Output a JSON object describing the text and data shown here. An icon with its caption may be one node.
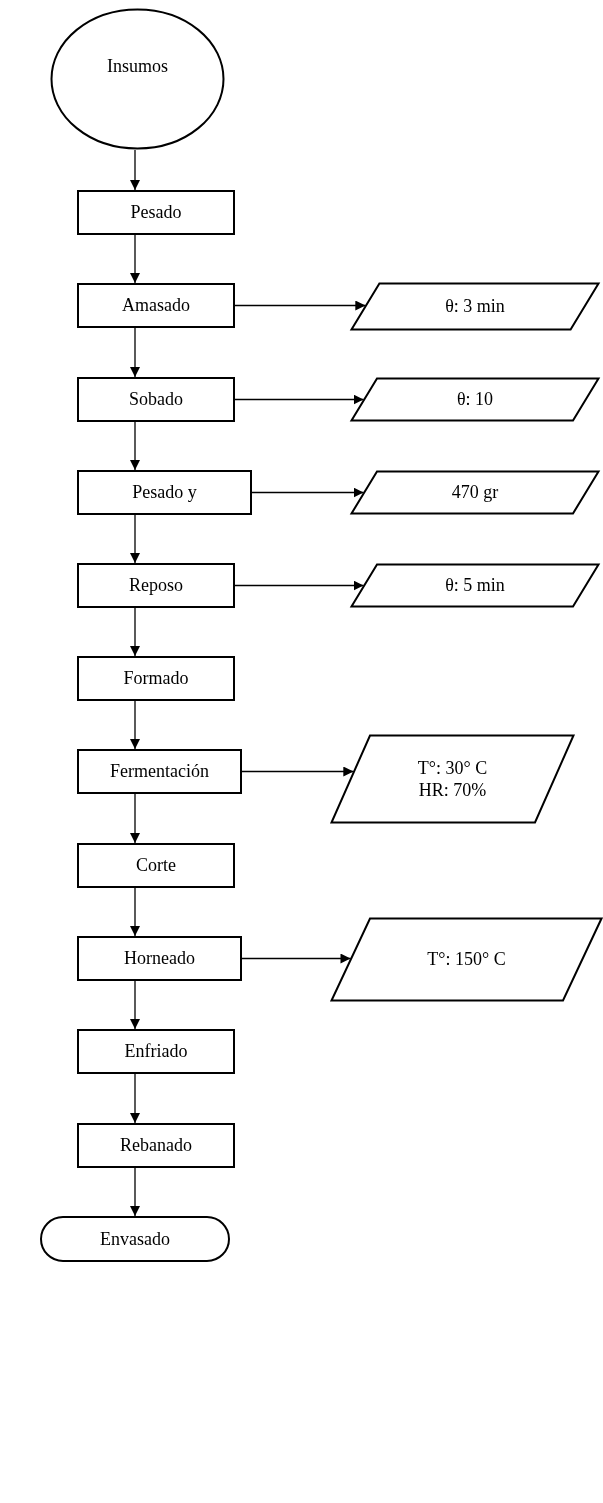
{
  "diagram": {
    "nodes": [
      {
        "text": [
          "Insumos"
        ]
      },
      {
        "text": [
          "Pesado"
        ]
      },
      {
        "text": [
          "Amasado"
        ]
      },
      {
        "text": [
          "θ: 3 min"
        ]
      },
      {
        "text": [
          "Sobado"
        ]
      },
      {
        "text": [
          "θ: 10"
        ]
      },
      {
        "text": [
          "Pesado y"
        ]
      },
      {
        "text": [
          "470 gr"
        ]
      },
      {
        "text": [
          "Reposo"
        ]
      },
      {
        "text": [
          "θ: 5 min"
        ]
      },
      {
        "text": [
          "Formado"
        ]
      },
      {
        "text": [
          "Fermentación"
        ]
      },
      {
        "text": [
          "T°: 30° C",
          "HR: 70%"
        ]
      },
      {
        "text": [
          "Corte"
        ]
      },
      {
        "text": [
          "Horneado"
        ]
      },
      {
        "text": [
          "T°: 150° C"
        ]
      },
      {
        "text": [
          "Enfriado"
        ]
      },
      {
        "text": [
          "Rebanado"
        ]
      },
      {
        "text": [
          "Envasado"
        ]
      }
    ],
    "edges": [
      {
        "from": 0,
        "to": 1,
        "arrow": "to"
      },
      {
        "from": 1,
        "to": 2,
        "arrow": "to"
      },
      {
        "from": 2,
        "to": 3,
        "arrow": "to"
      },
      {
        "from": 2,
        "to": 4,
        "arrow": "to"
      },
      {
        "from": 4,
        "to": 5,
        "arrow": "to"
      },
      {
        "from": 4,
        "to": 6,
        "arrow": "to"
      },
      {
        "from": 6,
        "to": 7,
        "arrow": "to"
      },
      {
        "from": 6,
        "to": 8,
        "arrow": "to"
      },
      {
        "from": 8,
        "to": 9,
        "arrow": "to"
      },
      {
        "from": 8,
        "to": 10,
        "arrow": "to"
      },
      {
        "from": 10,
        "to": 11,
        "arrow": "to"
      },
      {
        "from": 11,
        "to": 12,
        "arrow": "to"
      },
      {
        "from": 11,
        "to": 13,
        "arrow": "to"
      },
      {
        "from": 13,
        "to": 14,
        "arrow": "to"
      },
      {
        "from": 14,
        "to": 15,
        "arrow": "to"
      },
      {
        "from": 14,
        "to": 16,
        "arrow": "to"
      },
      {
        "from": 16,
        "to": 17,
        "arrow": "to"
      },
      {
        "from": 17,
        "to": 18,
        "arrow": "to"
      }
    ]
  }
}
